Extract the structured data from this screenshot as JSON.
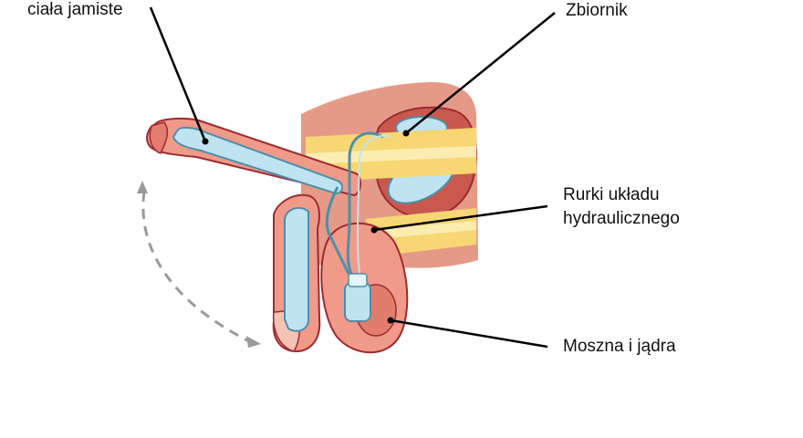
{
  "labels": {
    "cylinders": "ciała jamiste",
    "reservoir": "Zbiornik",
    "tubing_line1": "Rurki układu",
    "tubing_line2": "hydraulicznego",
    "scrotum": "Moszna i jądra"
  },
  "colors": {
    "tissue": "#f09a8a",
    "tissue_dark": "#c0484a",
    "outline": "#9e2a30",
    "implant": "#bfe3f0",
    "implant_outline": "#4d8fa8",
    "band": "#f6d774",
    "band_light": "#fbedb0",
    "arrow": "#9a9a9a",
    "leader": "#000000"
  }
}
